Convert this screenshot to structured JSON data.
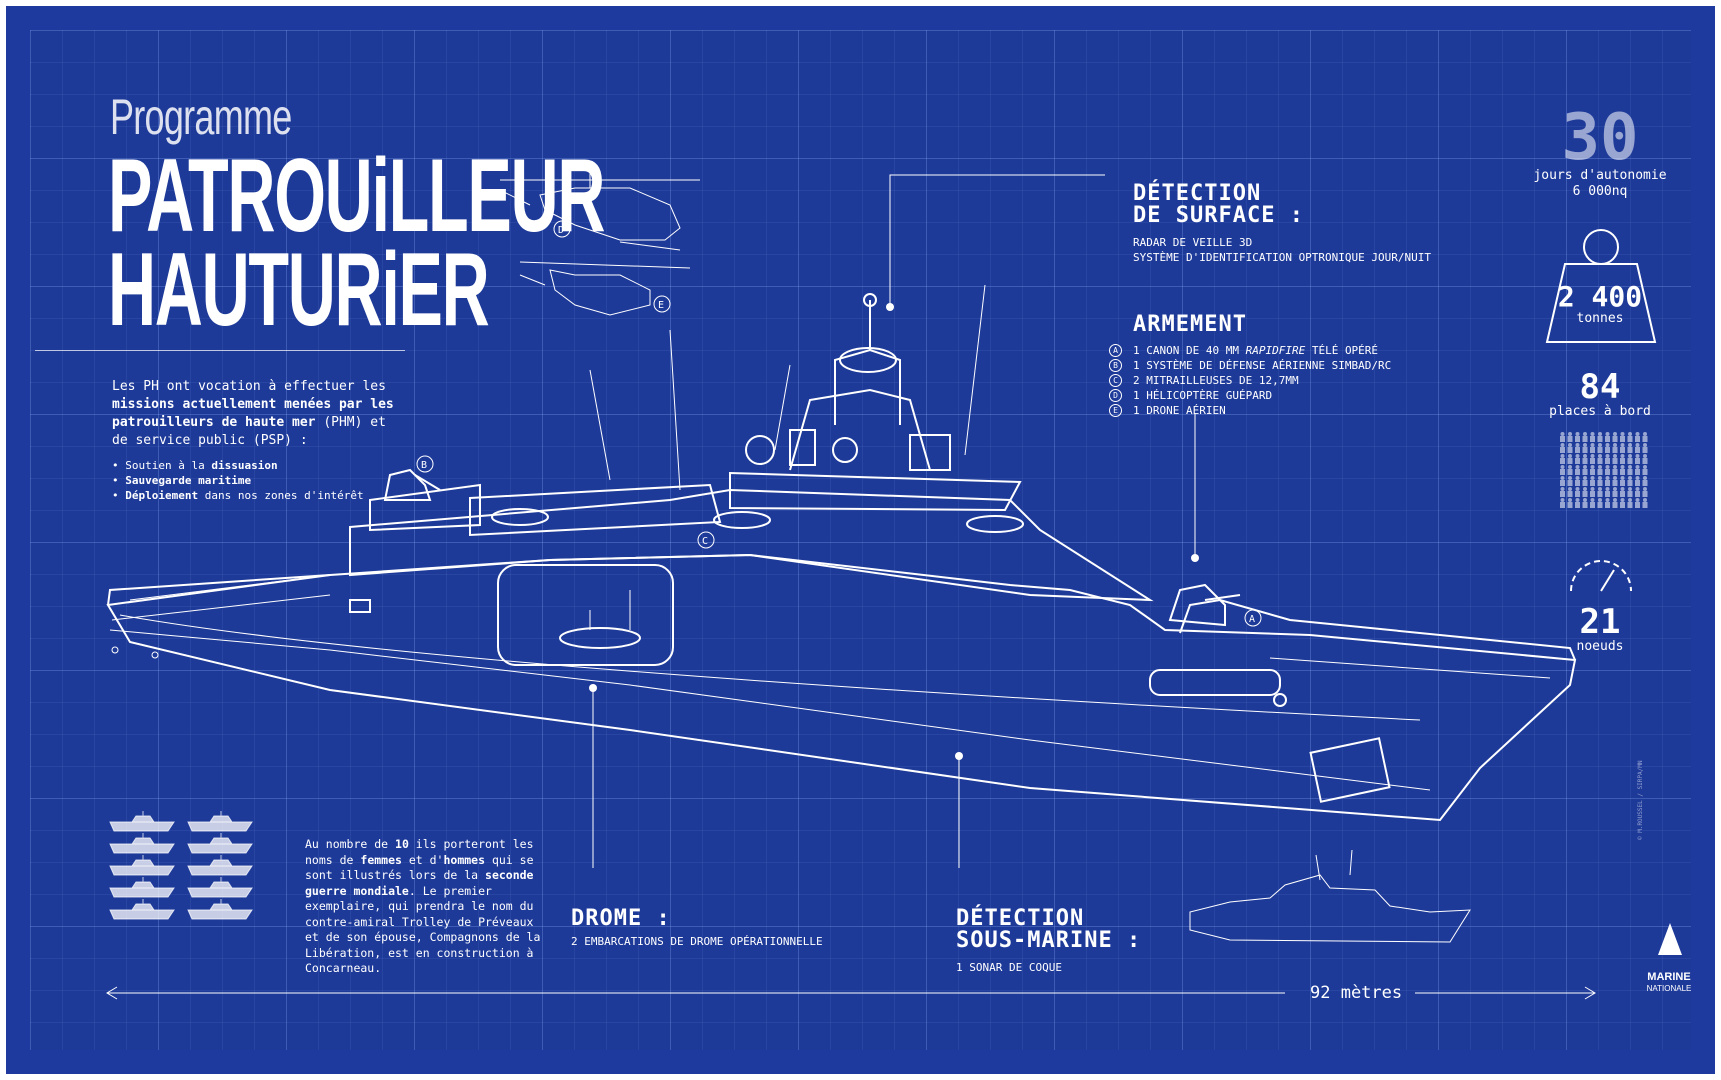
{
  "title": {
    "prefix": "Programme",
    "line1": "PATROUiLLEUR",
    "line2": "HAUTURiER"
  },
  "intro": {
    "p1": "Les PH ont vocation à effectuer les ",
    "b1": "missions actuellement menées par les patrouilleurs de haute mer",
    "p2": " (PHM) et de service public (PSP) :"
  },
  "roles": [
    {
      "pre": "Soutien à la ",
      "bold": "dissuasion",
      "post": ""
    },
    {
      "pre": "",
      "bold": "Sauvegarde maritime",
      "post": ""
    },
    {
      "pre": "",
      "bold": "Déploiement",
      "post": " dans nos zones d'intérêt"
    }
  ],
  "surface_detection": {
    "heading_1": "DÉTECTION",
    "heading_2": "DE SURFACE :",
    "items": [
      "RADAR DE VEILLE 3D",
      "SYSTÈME D'IDENTIFICATION OPTRONIQUE JOUR/NUIT"
    ]
  },
  "armament": {
    "heading": "ARMEMENT",
    "items": [
      {
        "letter": "A",
        "pre": "1 CANON DE 40 MM ",
        "em": "RAPIDFIRE",
        "post": " TÉLÉ OPÉRÉ"
      },
      {
        "letter": "B",
        "pre": "1 SYSTÈME DE DÉFENSE AÉRIENNE SIMBAD/RC",
        "em": "",
        "post": ""
      },
      {
        "letter": "C",
        "pre": "2 MITRAILLEUSES DE 12,7MM",
        "em": "",
        "post": ""
      },
      {
        "letter": "D",
        "pre": "1 HÉLICOPTÈRE GUÉPARD",
        "em": "",
        "post": ""
      },
      {
        "letter": "E",
        "pre": "1 DRONE AÉRIEN",
        "em": "",
        "post": ""
      }
    ]
  },
  "drome": {
    "heading": "DROME :",
    "item": "2 EMBARCATIONS DE DROME OPÉRATIONNELLE"
  },
  "underwater_detection": {
    "heading_1": "DÉTECTION",
    "heading_2": "SOUS-MARINE :",
    "item": "1 SONAR DE COQUE"
  },
  "names_text": {
    "t1": "Au nombre de ",
    "b1": "10",
    "t2": " ils porteront les noms de ",
    "b2": "femmes",
    "t3": " et d'",
    "b3": "hommes",
    "t4": " qui se sont illustrés lors de la ",
    "b4": "seconde guerre mondiale",
    "t5": ". Le premier exemplaire, qui prendra le nom du contre-amiral Trolley de Préveaux et de son épouse, Compagnons de la Libération, est en construction à Concarneau."
  },
  "stats": {
    "autonomy_value": "30",
    "autonomy_label": "jours d'autonomie",
    "range": "6 000nq",
    "tonnage_value": "2 400",
    "tonnage_label": "tonnes",
    "crew_value": "84",
    "crew_label": "places à bord",
    "speed_value": "21",
    "speed_label": "noeuds"
  },
  "length_label": "92 mètres",
  "callout_letters": [
    "A",
    "B",
    "C",
    "D",
    "E"
  ],
  "credit": "© M.ROUSSEL / SIRPA/MN",
  "logo": {
    "line1": "MARINE",
    "line2": "NATIONALE"
  },
  "fleet_count": 10,
  "crew_icon_count": 84,
  "colors": {
    "background": "#1e3a99",
    "frame": "#ffffff",
    "line": "#ffffff"
  }
}
